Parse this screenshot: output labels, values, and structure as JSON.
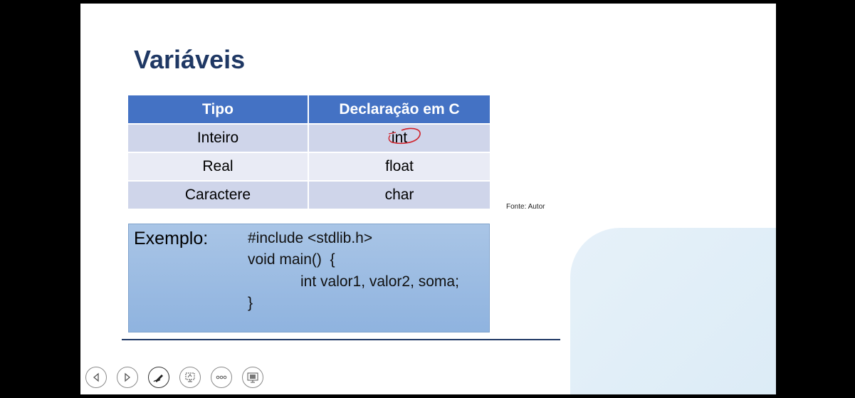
{
  "slide": {
    "title": "Variáveis",
    "table": {
      "headers": [
        "Tipo",
        "Declaração em C"
      ],
      "rows": [
        {
          "tipo": "Inteiro",
          "declaracao": "int"
        },
        {
          "tipo": "Real",
          "declaracao": "float"
        },
        {
          "tipo": "Caractere",
          "declaracao": "char"
        }
      ]
    },
    "source": "Fonte: Autor",
    "example": {
      "label": "Exemplo:",
      "code": [
        "#include <stdlib.h>",
        "void main()  {",
        "int valor1, valor2, soma;",
        "}"
      ]
    }
  },
  "colors": {
    "title": "#1f3864",
    "header_bg": "#4472c4",
    "row_odd": "#cfd5ea",
    "row_even": "#e9ebf5",
    "example_bg": "#9dbde3",
    "annotation": "#d0222b"
  },
  "controls": [
    {
      "name": "previous-slide",
      "icon": "triangle-left-icon"
    },
    {
      "name": "next-slide",
      "icon": "triangle-right-icon"
    },
    {
      "name": "pen-tool",
      "icon": "pen-icon"
    },
    {
      "name": "see-all-slides",
      "icon": "slides-grid-icon"
    },
    {
      "name": "more-options",
      "icon": "ellipsis-icon"
    },
    {
      "name": "zoom-slide",
      "icon": "zoom-icon"
    }
  ]
}
